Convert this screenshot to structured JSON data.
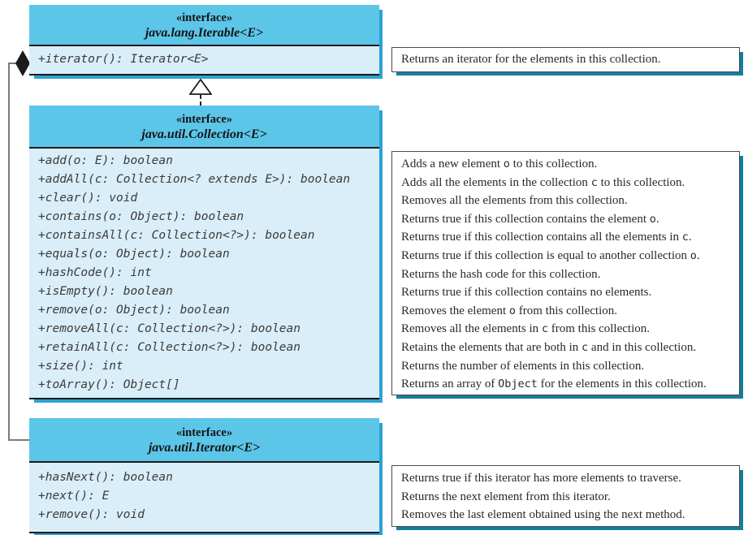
{
  "colors": {
    "header_fill": "#5cc6e9",
    "body_fill": "#d9eef9",
    "box_shadow": "#2ba3d2",
    "note_shadow": "#157d9e",
    "box_border": "#1b1b1b",
    "note_border": "#4a4a4a",
    "method_text": "#3b3b3b",
    "note_text": "#2a2a2a",
    "header_text": "#141414",
    "connector": "#7a7a7a"
  },
  "icons": {
    "aggregation_diamond": "filled-diamond",
    "realization_arrow": "hollow-triangle-dashed"
  },
  "classes": [
    {
      "stereotype": "«interface»",
      "name": "java.lang.Iterable<E>",
      "methods": [
        "+iterator(): Iterator<E>"
      ]
    },
    {
      "stereotype": "«interface»",
      "name": "java.util.Collection<E>",
      "methods": [
        "+add(o: E): boolean",
        "+addAll(c: Collection<? extends E>): boolean",
        "+clear(): void",
        "+contains(o: Object): boolean",
        "+containsAll(c: Collection<?>): boolean",
        "+equals(o: Object): boolean",
        "+hashCode(): int",
        "+isEmpty(): boolean",
        "+remove(o: Object): boolean",
        "+removeAll(c: Collection<?>): boolean",
        "+retainAll(c: Collection<?>): boolean",
        "+size(): int",
        "+toArray(): Object[]"
      ]
    },
    {
      "stereotype": "«interface»",
      "name": "java.util.Iterator<E>",
      "methods": [
        "+hasNext(): boolean",
        "+next(): E",
        "+remove(): void"
      ]
    }
  ],
  "notes": [
    {
      "lines": [
        [
          {
            "t": "Returns an iterator for the elements in this collection."
          }
        ]
      ]
    },
    {
      "lines": [
        [
          {
            "t": "Adds a new element "
          },
          {
            "t": "o",
            "m": true
          },
          {
            "t": " to this collection."
          }
        ],
        [
          {
            "t": "Adds all the elements in the collection "
          },
          {
            "t": "c",
            "m": true
          },
          {
            "t": " to this collection."
          }
        ],
        [
          {
            "t": "Removes all the elements from this collection."
          }
        ],
        [
          {
            "t": "Returns true if this collection contains the element "
          },
          {
            "t": "o",
            "m": true
          },
          {
            "t": "."
          }
        ],
        [
          {
            "t": "Returns true if this collection contains all the elements in "
          },
          {
            "t": "c",
            "m": true
          },
          {
            "t": "."
          }
        ],
        [
          {
            "t": "Returns true if this collection is equal to another collection "
          },
          {
            "t": "o",
            "m": true
          },
          {
            "t": "."
          }
        ],
        [
          {
            "t": "Returns the hash code for this collection."
          }
        ],
        [
          {
            "t": "Returns true if this collection contains no elements."
          }
        ],
        [
          {
            "t": "Removes the element "
          },
          {
            "t": "o",
            "m": true
          },
          {
            "t": " from this collection."
          }
        ],
        [
          {
            "t": "Removes all the elements in "
          },
          {
            "t": "c",
            "m": true
          },
          {
            "t": " from this collection."
          }
        ],
        [
          {
            "t": "Retains the elements that are both in "
          },
          {
            "t": "c",
            "m": true
          },
          {
            "t": " and in this collection."
          }
        ],
        [
          {
            "t": "Returns the number of elements in this collection."
          }
        ],
        [
          {
            "t": "Returns an array of "
          },
          {
            "t": "Object",
            "m": true
          },
          {
            "t": " for the elements in this collection."
          }
        ]
      ]
    },
    {
      "lines": [
        [
          {
            "t": "Returns true if this iterator has more elements to traverse."
          }
        ],
        [
          {
            "t": "Returns the next element from this iterator."
          }
        ],
        [
          {
            "t": "Removes the last element obtained using the next method."
          }
        ]
      ]
    }
  ]
}
